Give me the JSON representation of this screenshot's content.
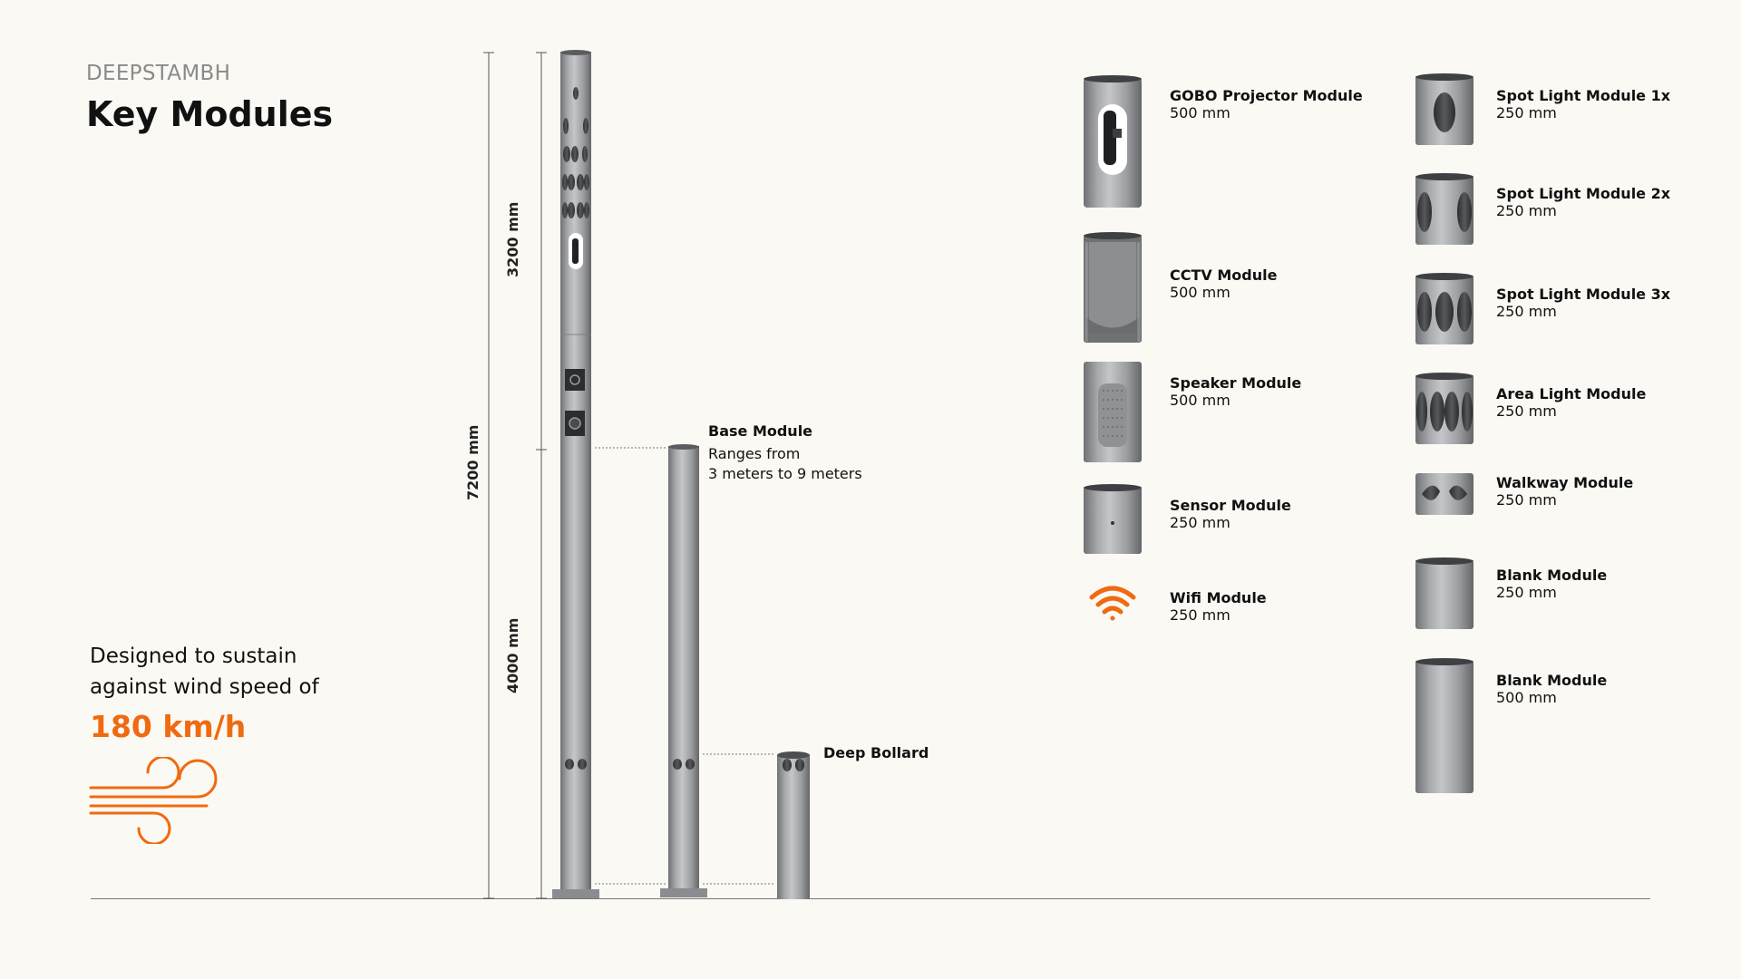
{
  "header": {
    "brand": "DEEPSTAMBH",
    "title": "Key Modules"
  },
  "wind": {
    "line1": "Designed to sustain",
    "line2": "against wind speed of",
    "speed": "180 km/h",
    "icon": "wind-icon",
    "accent_color": "#f06a0f"
  },
  "dimensions": {
    "total": "7200 mm",
    "upper": "3200 mm",
    "lower": "4000 mm"
  },
  "base_module": {
    "title": "Base Module",
    "line1": "Ranges from",
    "line2": "3 meters to 9 meters"
  },
  "bollard": {
    "title": "Deep Bollard"
  },
  "modules_left": [
    {
      "name": "GOBO Projector Module",
      "size": "500 mm",
      "icon": "gobo-projector-module-icon"
    },
    {
      "name": "CCTV Module",
      "size": "500 mm",
      "icon": "cctv-module-icon"
    },
    {
      "name": "Speaker Module",
      "size": "500 mm",
      "icon": "speaker-module-icon"
    },
    {
      "name": "Sensor Module",
      "size": "250 mm",
      "icon": "sensor-module-icon"
    },
    {
      "name": "Wifi Module",
      "size": "250 mm",
      "icon": "wifi-icon"
    }
  ],
  "modules_right": [
    {
      "name": "Spot Light Module 1x",
      "size": "250 mm",
      "icon": "spot-light-1x-icon"
    },
    {
      "name": "Spot Light Module 2x",
      "size": "250 mm",
      "icon": "spot-light-2x-icon"
    },
    {
      "name": "Spot Light Module 3x",
      "size": "250 mm",
      "icon": "spot-light-3x-icon"
    },
    {
      "name": "Area Light Module",
      "size": "250 mm",
      "icon": "area-light-module-icon"
    },
    {
      "name": "Walkway Module",
      "size": "250 mm",
      "icon": "walkway-module-icon"
    },
    {
      "name": "Blank Module",
      "size": "250 mm",
      "icon": "blank-module-250-icon"
    },
    {
      "name": "Blank Module",
      "size": "500 mm",
      "icon": "blank-module-500-icon"
    }
  ]
}
